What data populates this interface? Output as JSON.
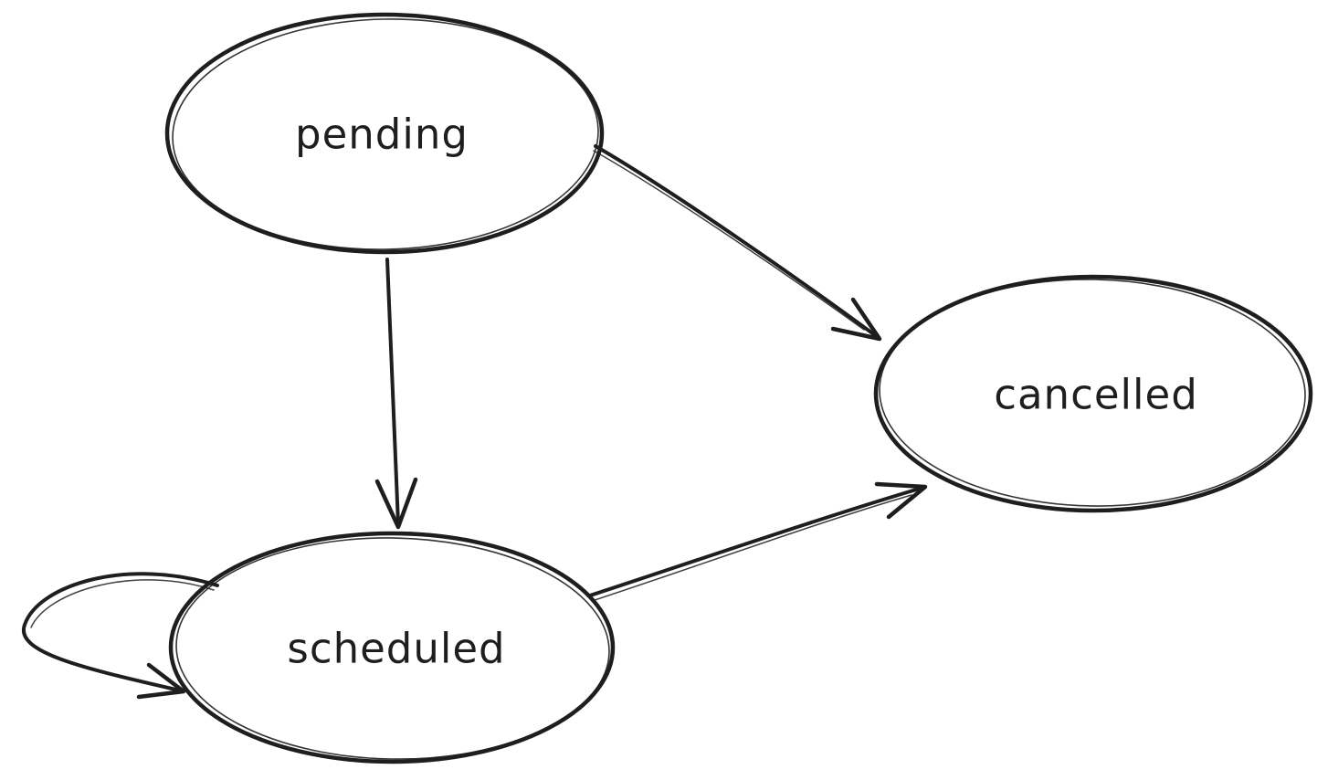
{
  "diagram": {
    "kind": "hand-drawn-state-diagram",
    "background_color": "#ffffff",
    "stroke_color": "#1e1e1e",
    "nodes": [
      {
        "id": "pending",
        "label": "pending",
        "shape": "ellipse",
        "fill_color": "#ffffff"
      },
      {
        "id": "cancelled",
        "label": "cancelled",
        "shape": "ellipse",
        "fill_color": "#ffc9c9"
      },
      {
        "id": "scheduled",
        "label": "scheduled",
        "shape": "ellipse",
        "fill_color": "#ffffff"
      }
    ],
    "edges": [
      {
        "from": "pending",
        "to": "cancelled",
        "style": "arrow"
      },
      {
        "from": "pending",
        "to": "scheduled",
        "style": "arrow"
      },
      {
        "from": "scheduled",
        "to": "cancelled",
        "style": "arrow"
      },
      {
        "from": "scheduled",
        "to": "scheduled",
        "style": "self-loop-arrow"
      }
    ]
  }
}
